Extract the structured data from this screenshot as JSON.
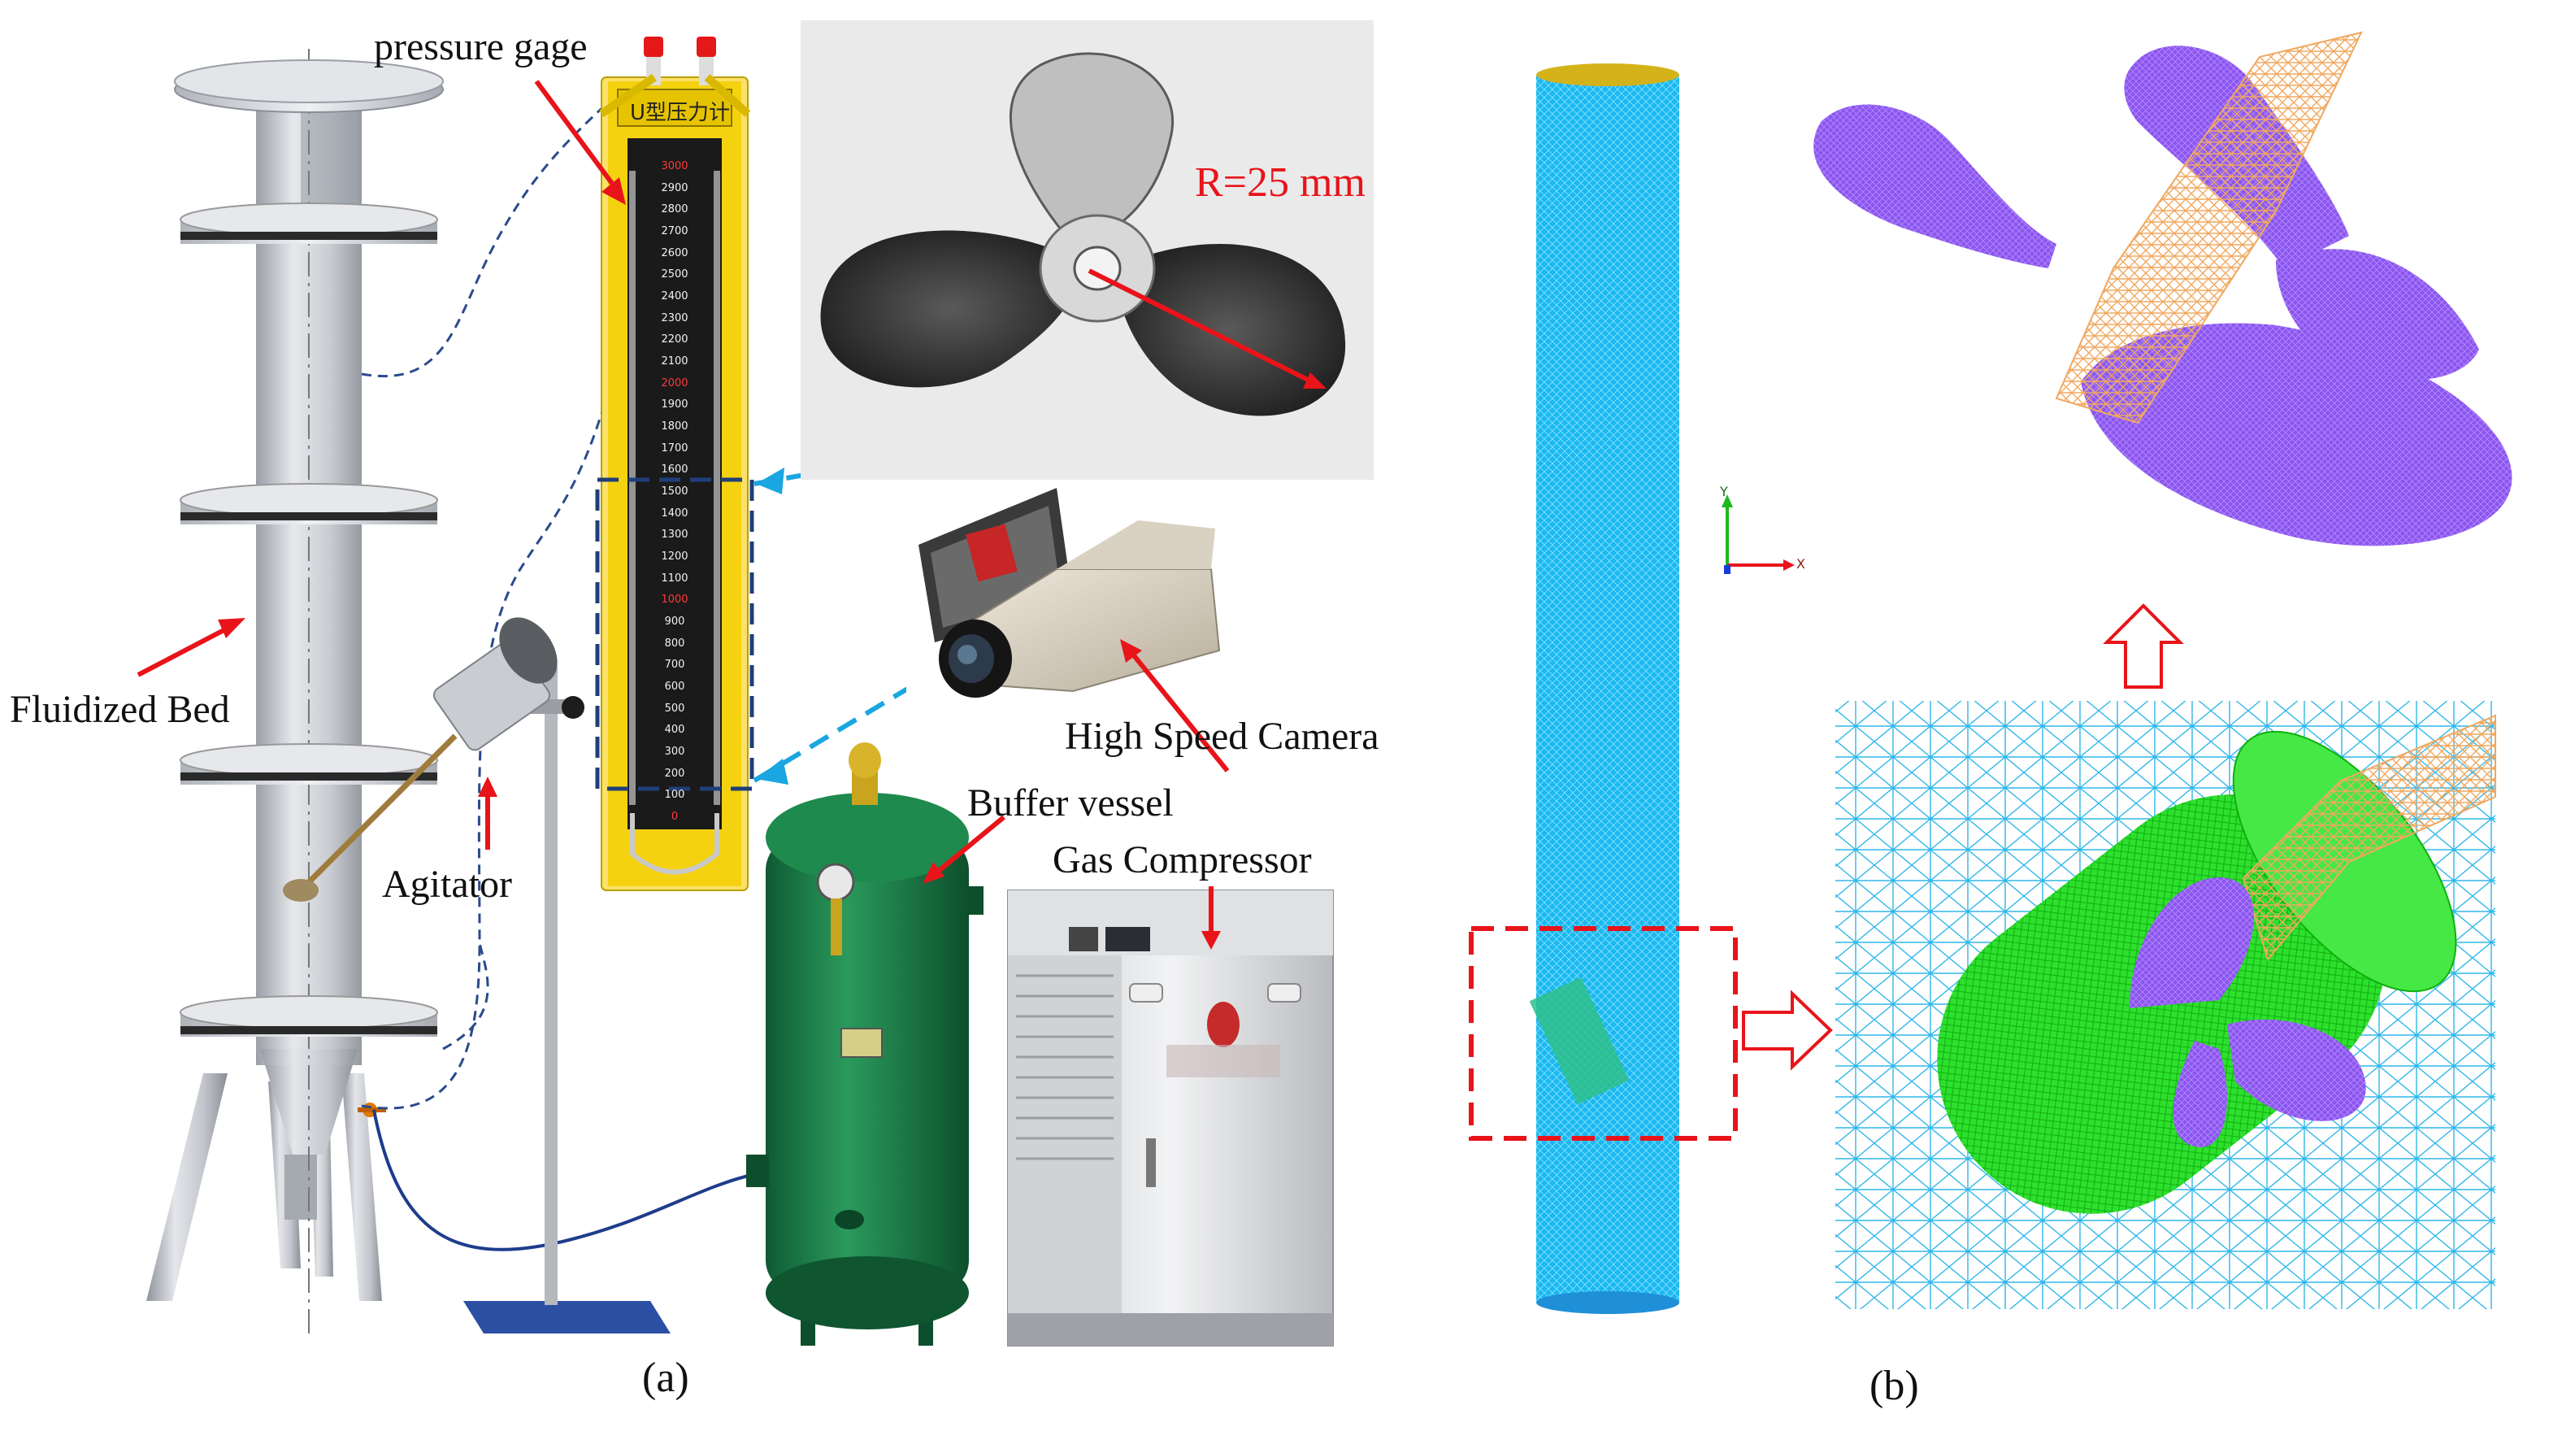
{
  "panel_a": {
    "caption": "(a)",
    "labels": {
      "pressure_gage": "pressure gage",
      "radius": "R=25 mm",
      "fluidized_bed": "Fluidized Bed",
      "agitator": "Agitator",
      "high_speed_camera": "High Speed Camera",
      "buffer_vessel": "Buffer vessel",
      "gas_compressor": "Gas Compressor"
    },
    "manometer_title": "U型压力计",
    "manometer_ticks": [
      "3000",
      "2900",
      "2800",
      "2700",
      "2600",
      "2500",
      "2400",
      "2300",
      "2200",
      "2100",
      "2000",
      "1900",
      "1800",
      "1700",
      "1600",
      "1500",
      "1400",
      "1300",
      "1200",
      "1100",
      "1000",
      "900",
      "800",
      "700",
      "600",
      "500",
      "400",
      "300",
      "200",
      "100",
      "0"
    ]
  },
  "panel_b": {
    "caption": "(b)",
    "axis_y": "Y",
    "axis_x": "X"
  },
  "colors": {
    "arrow_red": "#e8141a",
    "dashed_blue": "#1aa6e0",
    "bed_gray": "#b9bcc4",
    "manometer_yellow": "#f5d20f",
    "vessel_green": "#1d7a45",
    "mesh_cyan": "#1ab8f0",
    "impeller_purple": "#8b55ee",
    "shaft_orange": "#f0b070",
    "rotating_zone_green": "#22dd22"
  }
}
